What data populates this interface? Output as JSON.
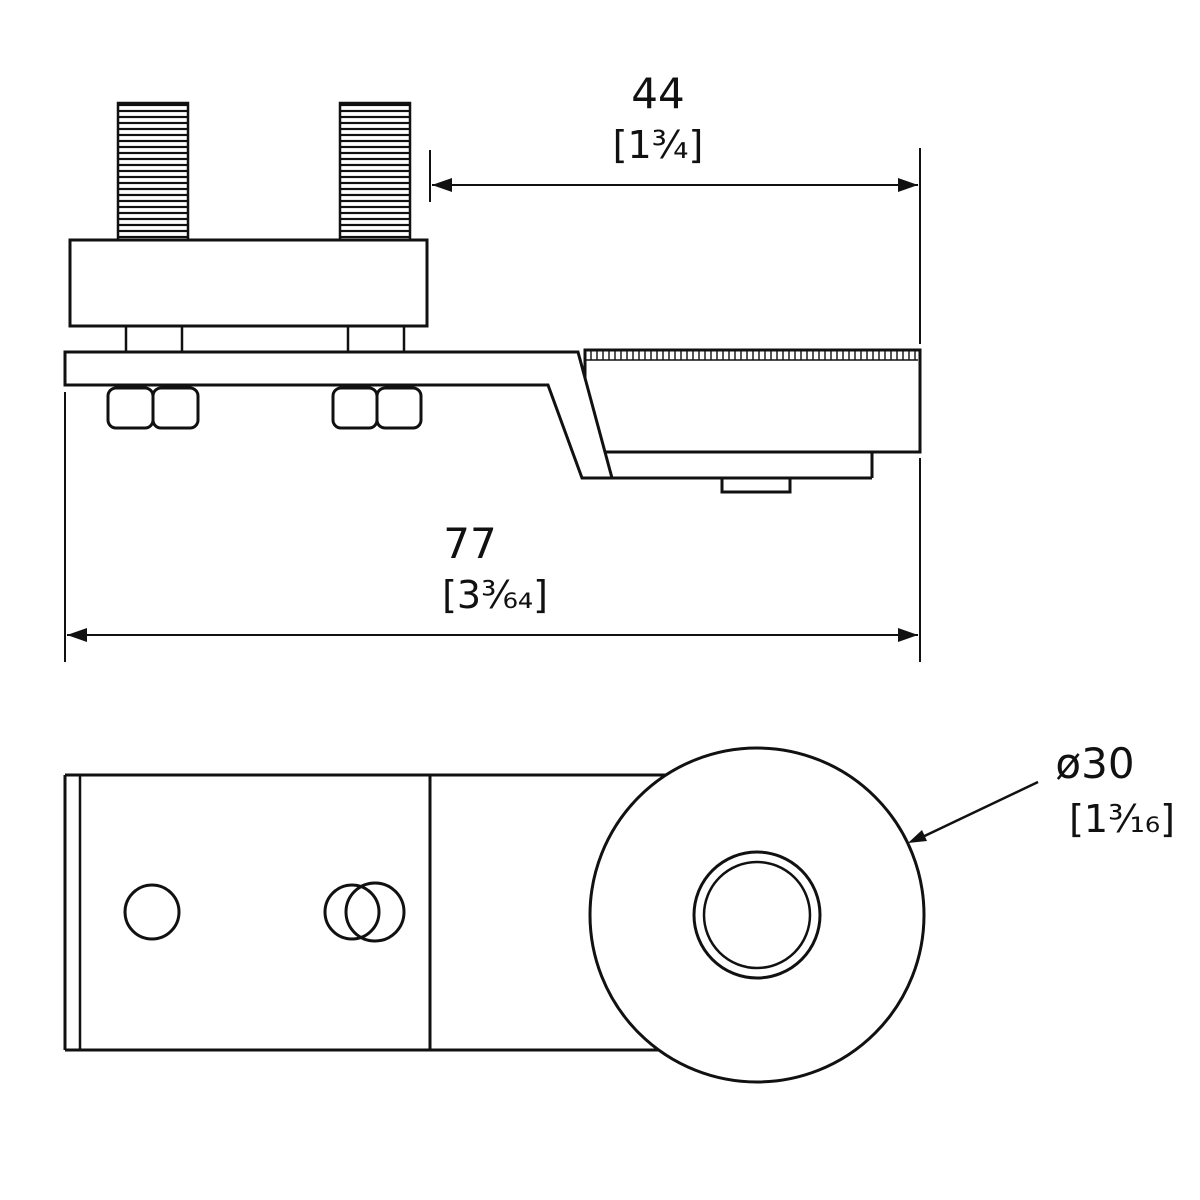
{
  "drawing": {
    "type": "technical-dimension-drawing",
    "views": {
      "side_view": "bracket side elevation with two threaded studs, clamp block, hex nuts and z-bend strap",
      "plan_view": "bracket plan view with two holes and cylindrical boss"
    },
    "dimensions": {
      "dim44": {
        "value": "44",
        "fraction": "[1¾]"
      },
      "dim77": {
        "value": "77",
        "fraction": "[3³⁄₆₄]"
      },
      "dia30": {
        "value": "ø30",
        "fraction": "[1³⁄₁₆]"
      }
    },
    "colors": {
      "line": "#111111",
      "background": "#ffffff"
    }
  }
}
